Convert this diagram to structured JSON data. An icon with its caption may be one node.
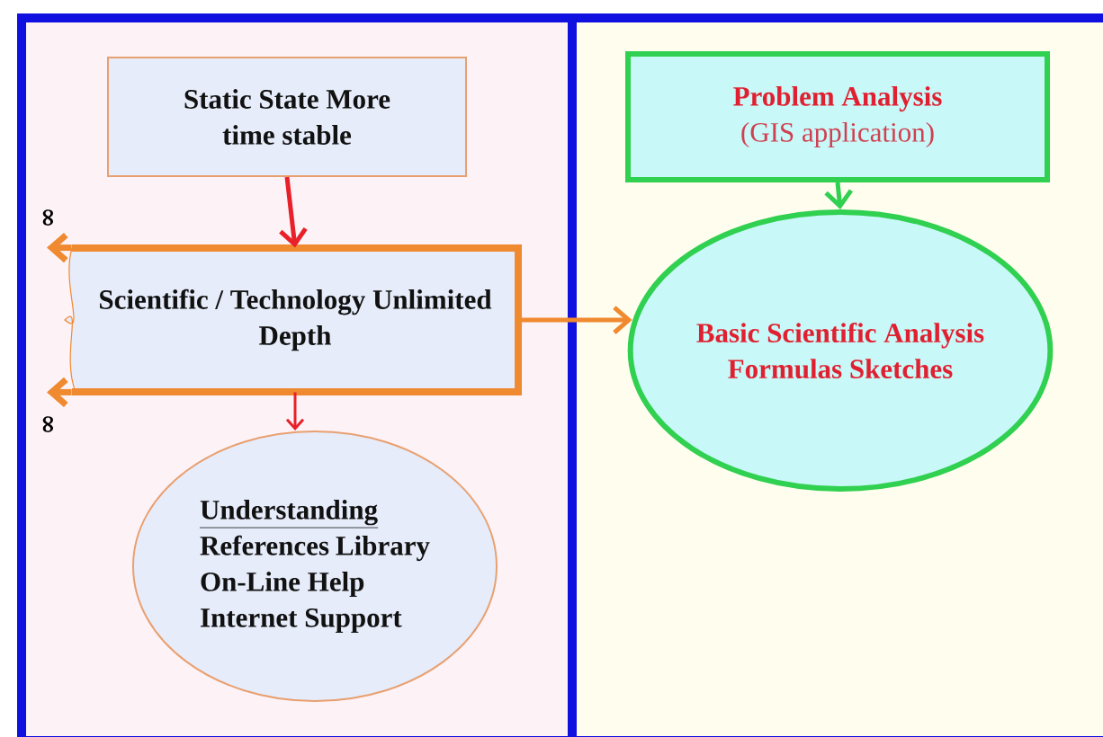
{
  "diagram": {
    "nodes": [
      {
        "text": [
          "Static State More time stable"
        ]
      },
      {
        "text": [
          "Scientific / Technology Unlimited Depth"
        ]
      },
      {
        "text": [
          "Understanding",
          "References Library On-Line Help Internet Support"
        ]
      },
      {
        "text": [
          "Problem Analysis",
          "(GIS application)"
        ]
      },
      {
        "text": [
          "Basic Scientific Analysis Formulas Sketches"
        ]
      },
      {
        "text": [
          "∞"
        ]
      },
      {
        "text": [
          "∞"
        ]
      }
    ],
    "edges": [
      {
        "from": 0,
        "to": 1,
        "arrow": "to",
        "color": "#e8202a"
      },
      {
        "from": 1,
        "to": 2,
        "arrow": "to",
        "color": "#e8202a"
      },
      {
        "from": 1,
        "to": 4,
        "arrow": "to"
      },
      {
        "from": 3,
        "to": 4,
        "arrow": "to",
        "color": "#30d050"
      },
      {
        "from": 1,
        "to": 5,
        "arrow": "to"
      },
      {
        "from": 1,
        "to": 6,
        "arrow": "to"
      }
    ]
  }
}
